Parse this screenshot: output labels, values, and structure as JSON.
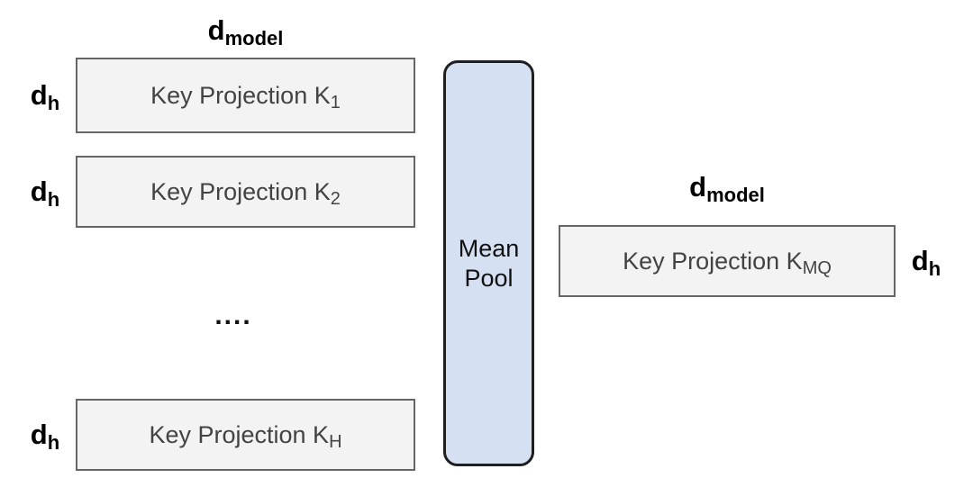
{
  "diagram": {
    "title_semantics": "Multi-head key projections mean-pooled into a single multi-query key projection",
    "colors": {
      "background": "#ffffff",
      "box_fill": "#f3f3f3",
      "box_border": "#666666",
      "box_text": "#434343",
      "pool_fill": "#d5e0f3",
      "pool_border": "#1f1f1f",
      "label_text": "#000000"
    },
    "left_group": {
      "width_label": {
        "base": "d",
        "sub": "model"
      },
      "boxes": [
        {
          "label": "Key Projection K",
          "sub": "1",
          "height_label": {
            "base": "d",
            "sub": "h"
          }
        },
        {
          "label": "Key Projection K",
          "sub": "2",
          "height_label": {
            "base": "d",
            "sub": "h"
          }
        },
        {
          "label": "Key Projection K",
          "sub": "H",
          "height_label": {
            "base": "d",
            "sub": "h"
          }
        }
      ],
      "ellipsis": "...."
    },
    "pool": {
      "line1": "Mean",
      "line2": "Pool"
    },
    "right_group": {
      "width_label": {
        "base": "d",
        "sub": "model"
      },
      "box": {
        "label": "Key Projection K",
        "sub": "MQ"
      },
      "height_label": {
        "base": "d",
        "sub": "h"
      }
    }
  }
}
